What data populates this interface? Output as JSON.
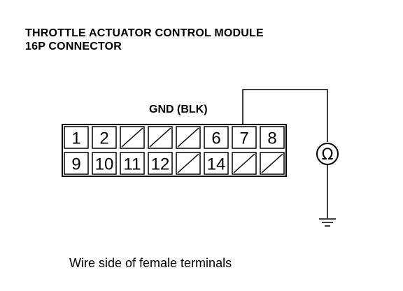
{
  "title": {
    "line1": "THROTTLE ACTUATOR CONTROL MODULE",
    "line2": "16P CONNECTOR"
  },
  "ground_label": "GND (BLK)",
  "caption": "Wire side of female terminals",
  "meter_symbol": "Ω",
  "connector": {
    "rows": [
      [
        "1",
        "2",
        "",
        "",
        "",
        "6",
        "7",
        "8"
      ],
      [
        "9",
        "10",
        "11",
        "12",
        "",
        "14",
        "",
        ""
      ]
    ]
  },
  "icons": [
    "ohmmeter-icon",
    "ground-icon"
  ]
}
